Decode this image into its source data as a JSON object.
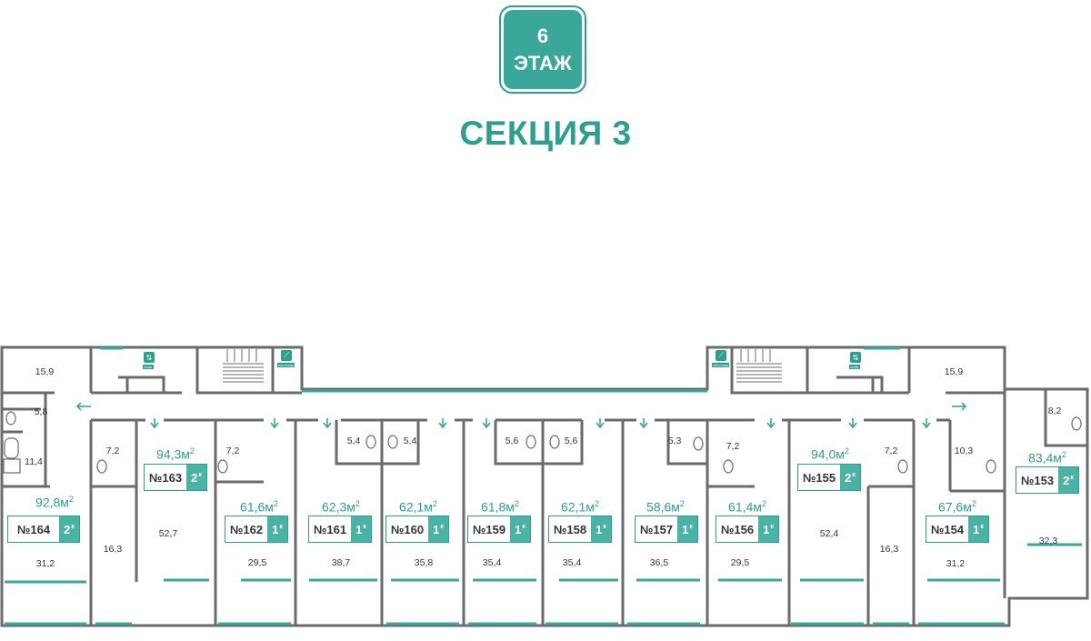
{
  "floor": {
    "number": "6",
    "label": "ЭТАЖ"
  },
  "section_title": "СЕКЦИЯ 3",
  "signs": {
    "elevator": "лифт",
    "stairs": "лестница"
  },
  "apartments": [
    {
      "num": "№164",
      "rooms": "2",
      "area": "92,8м",
      "sup": "2"
    },
    {
      "num": "№163",
      "rooms": "2",
      "area": "94,3м",
      "sup": "2"
    },
    {
      "num": "№162",
      "rooms": "1",
      "area": "61,6м",
      "sup": "2"
    },
    {
      "num": "№161",
      "rooms": "1",
      "area": "62,3м",
      "sup": "2"
    },
    {
      "num": "№160",
      "rooms": "1",
      "area": "62,1м",
      "sup": "2"
    },
    {
      "num": "№159",
      "rooms": "1",
      "area": "61,8м",
      "sup": "2"
    },
    {
      "num": "№158",
      "rooms": "1",
      "area": "62,1м",
      "sup": "2"
    },
    {
      "num": "№157",
      "rooms": "1",
      "area": "58,6м",
      "sup": "2"
    },
    {
      "num": "№156",
      "rooms": "1",
      "area": "61,4м",
      "sup": "2"
    },
    {
      "num": "№155",
      "rooms": "2",
      "area": "94,0м",
      "sup": "2"
    },
    {
      "num": "№154",
      "rooms": "1",
      "area": "67,6м",
      "sup": "2"
    },
    {
      "num": "№153",
      "rooms": "2",
      "area": "83,4м",
      "sup": "2"
    }
  ],
  "room_values": [
    "15,9",
    "5,8",
    "11,4",
    "31,2",
    "7,2",
    "52,7",
    "16,3",
    "7,2",
    "29,5",
    "5,4",
    "38,7",
    "5,4",
    "35,8",
    "5,6",
    "35,4",
    "5,6",
    "35,4",
    "5,3",
    "36,5",
    "7,2",
    "29,5",
    "52,4",
    "7,2",
    "16,3",
    "15,9",
    "10,3",
    "31,2",
    "8,2",
    "32,3"
  ],
  "room_suffix": "к"
}
